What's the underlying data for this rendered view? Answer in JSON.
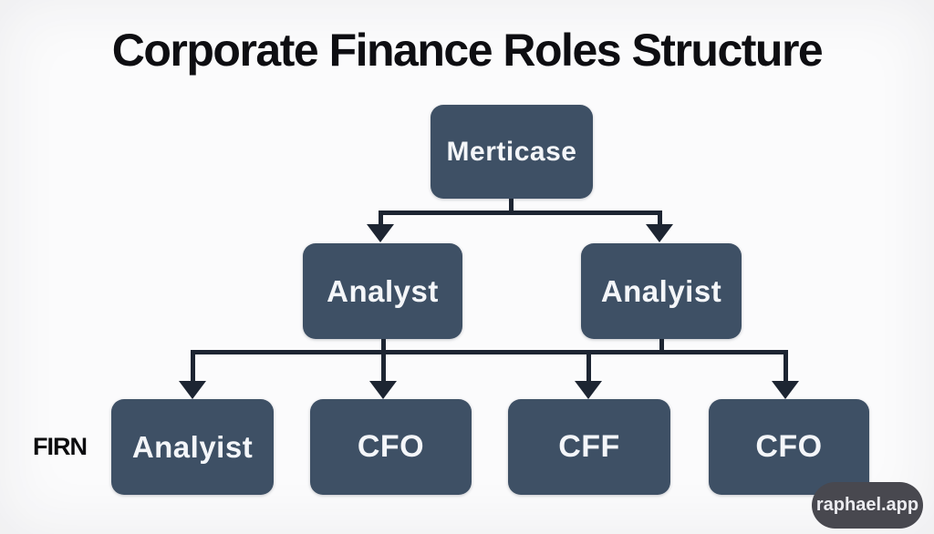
{
  "page": {
    "title": "Corporate Finance Roles Structure"
  },
  "org_chart": {
    "type": "org-tree",
    "root": {
      "label": "Merticase"
    },
    "level_2": [
      {
        "label": "Analyst"
      },
      {
        "label": "Analyist"
      }
    ],
    "level_3": [
      {
        "label": "Analyist"
      },
      {
        "label": "CFO"
      },
      {
        "label": "CFF"
      },
      {
        "label": "CFO"
      }
    ],
    "side_label": "FIRN",
    "edges": [
      {
        "from": "Merticase",
        "to": "Analyst"
      },
      {
        "from": "Merticase",
        "to": "Analyist"
      },
      {
        "from": "level_2",
        "to": "Analyist"
      },
      {
        "from": "level_2",
        "to": "CFO"
      },
      {
        "from": "level_2",
        "to": "CFF"
      },
      {
        "from": "level_2",
        "to": "CFO"
      }
    ]
  },
  "watermark": {
    "label": "raphael.app"
  },
  "colors": {
    "background": "#fbfbfc",
    "node_fill": "#3e5065",
    "node_text": "#f4f6f9",
    "connector": "#1d2532",
    "title_color": "#0e0e12",
    "watermark_bg": "#48484f",
    "watermark_text": "#ececf0"
  }
}
